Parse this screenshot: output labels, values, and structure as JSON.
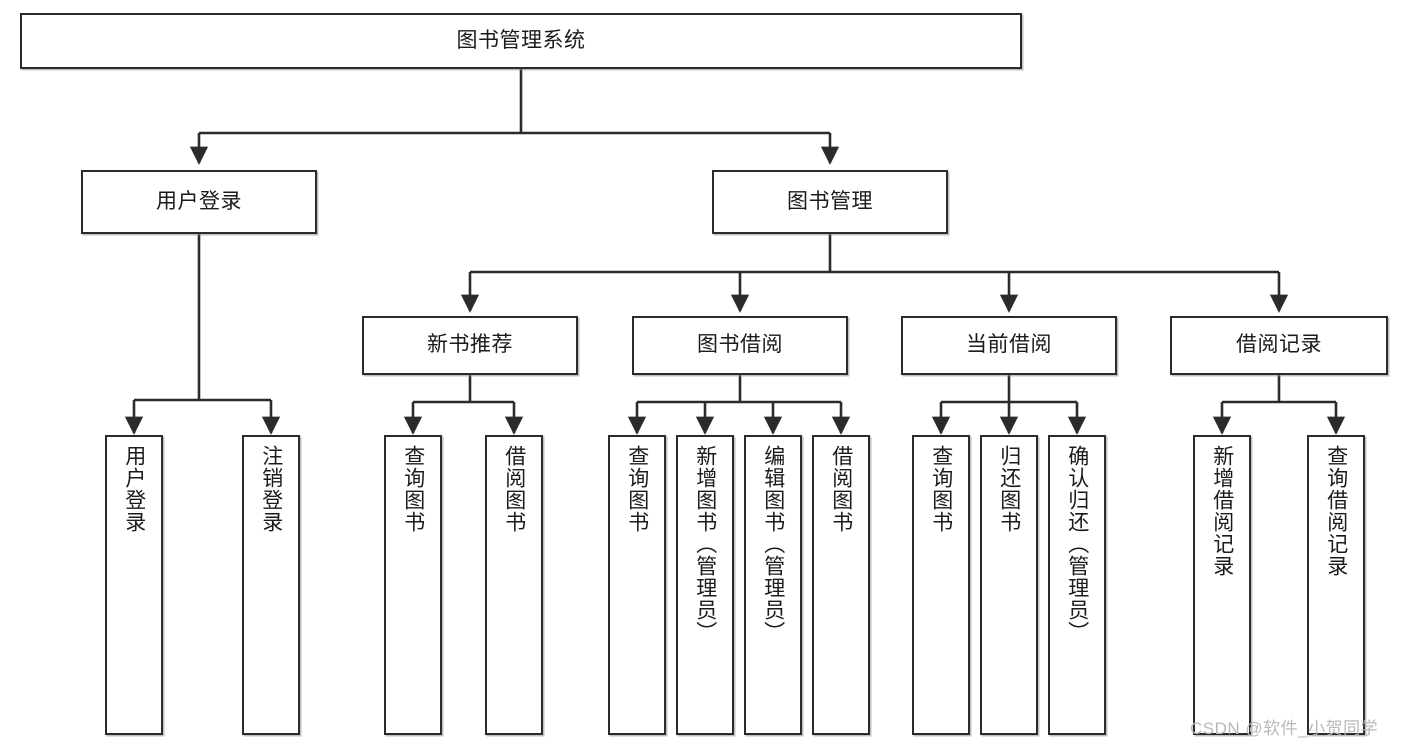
{
  "diagram": {
    "type": "hierarchy-tree",
    "title": "图书管理系统",
    "watermark": "CSDN @软件_小贺同学",
    "colors": {
      "box_border": "#2b2b2b",
      "box_fill": "#ffffff",
      "connector": "#2b2b2b",
      "watermark": "#b9b9b9"
    },
    "nodes": {
      "root": "图书管理系统",
      "level2": {
        "user_login": "用户登录",
        "book_manage": "图书管理"
      },
      "level3": {
        "new_book_recommend": "新书推荐",
        "book_borrow": "图书借阅",
        "current_borrow": "当前借阅",
        "borrow_record": "借阅记录"
      },
      "leaves": {
        "user_login": [
          "用户登录",
          "注销登录"
        ],
        "new_book_recommend": [
          "查询图书",
          "借阅图书"
        ],
        "book_borrow": [
          "查询图书",
          "新增图书（管理员）",
          "编辑图书（管理员）",
          "借阅图书"
        ],
        "current_borrow": [
          "查询图书",
          "归还图书",
          "确认归还（管理员）"
        ],
        "borrow_record": [
          "新增借阅记录",
          "查询借阅记录"
        ]
      }
    }
  }
}
